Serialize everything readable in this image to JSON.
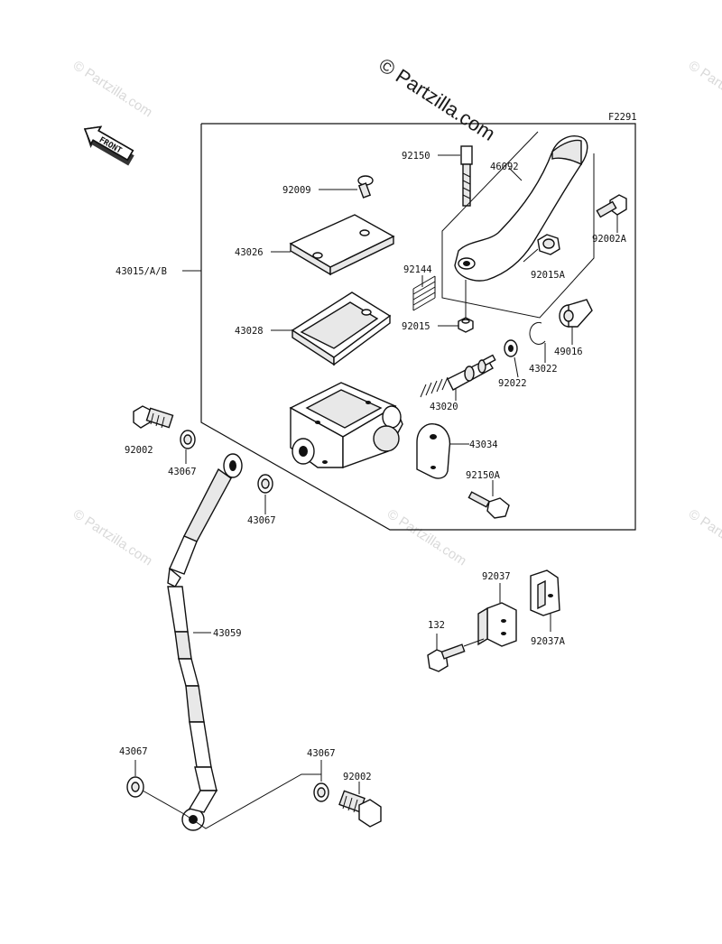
{
  "watermark": {
    "main": "© Partzilla.com",
    "faint": "© Partzilla.com"
  },
  "figure_code": "F2291",
  "front_arrow_label": "FRONT",
  "colors": {
    "ink": "#111111",
    "watermark": "#d9d9d9",
    "background": "#ffffff"
  },
  "labels": {
    "p92150": "92150",
    "p46092": "46092",
    "p92009": "92009",
    "p92002A": "92002A",
    "p43026": "43026",
    "p43015": "43015/A/B",
    "p92144": "92144",
    "p92015A": "92015A",
    "p43028": "43028",
    "p92015": "92015",
    "p49016": "49016",
    "p43022": "43022",
    "p92022": "92022",
    "p43020": "43020",
    "p92002_top": "92002",
    "p43034": "43034",
    "p43067_a": "43067",
    "p92150A": "92150A",
    "p43067_b": "43067",
    "p92037": "92037",
    "p43059": "43059",
    "p132": "132",
    "p92037A": "92037A",
    "p43067_c": "43067",
    "p43067_d": "43067",
    "p92002_bot": "92002"
  }
}
